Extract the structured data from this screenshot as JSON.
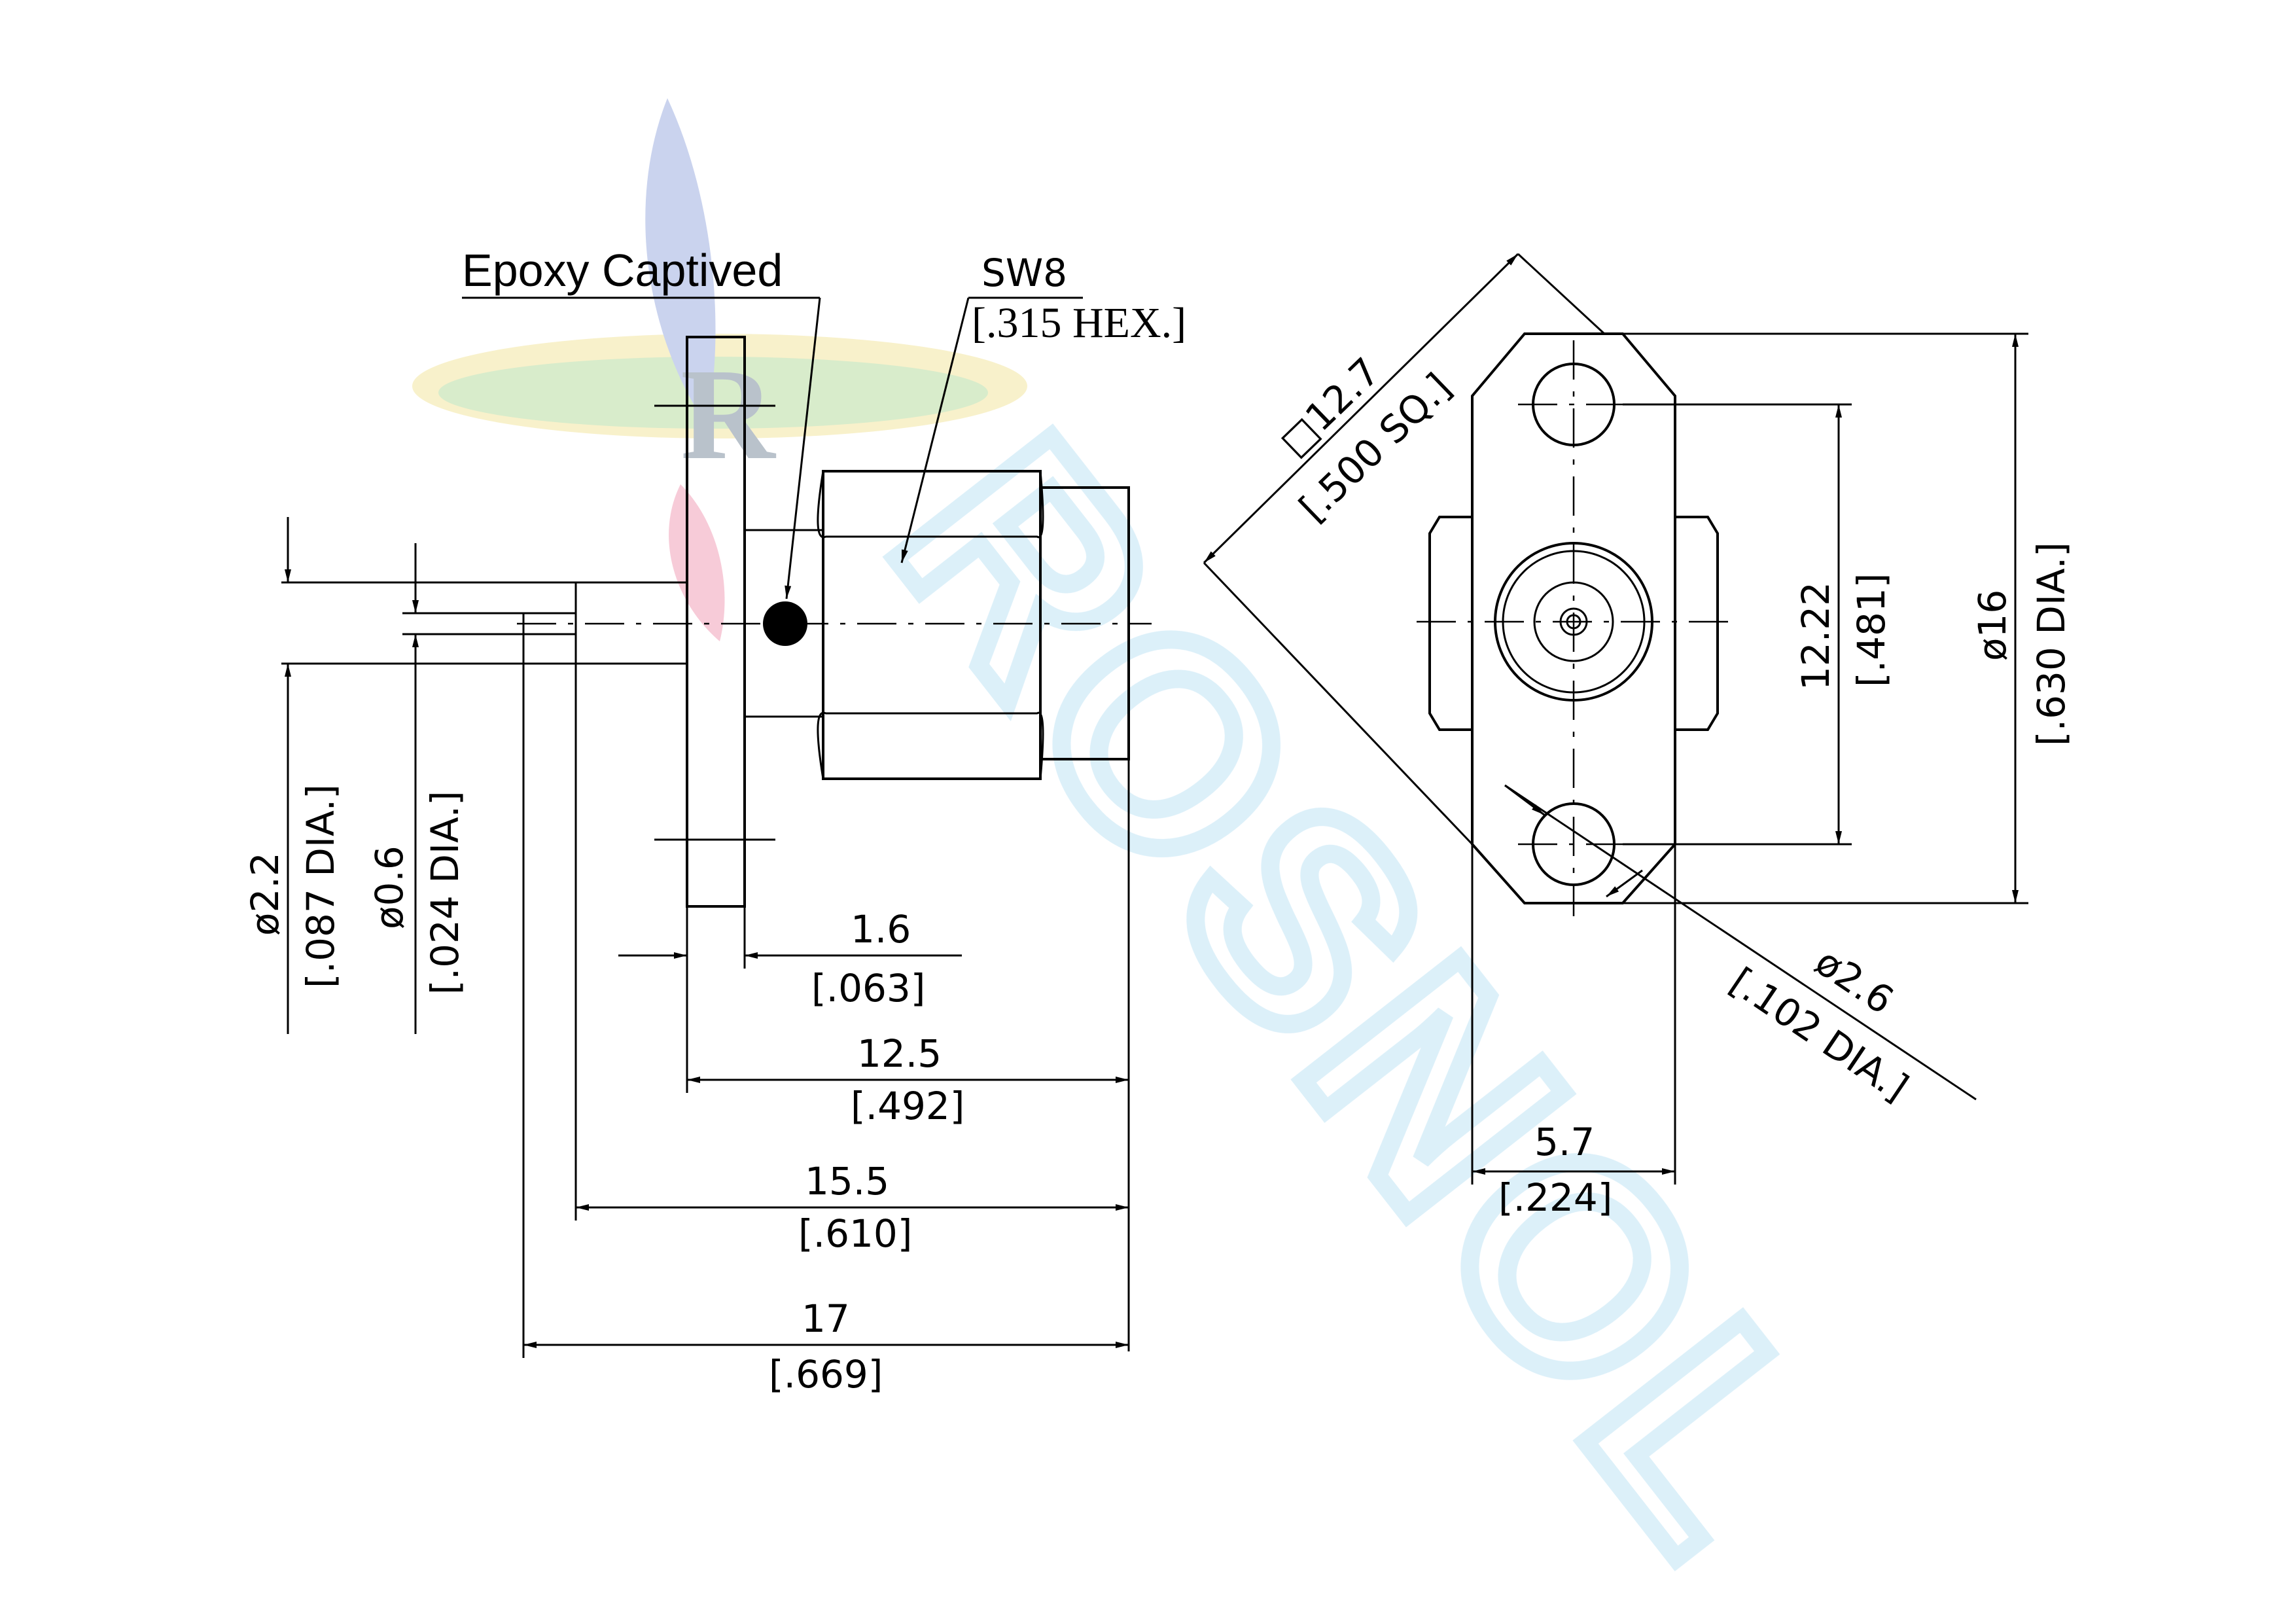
{
  "colors": {
    "line": "#000000",
    "watermark_blue": "#bfe3f5",
    "watermark_logo": [
      "#9fb0e0",
      "#f0a0b8",
      "#b8dca0",
      "#f3e6a0"
    ]
  },
  "watermark": {
    "text": "ROSNOL",
    "logo_letter": "R"
  },
  "side_view": {
    "note_label": "Epoxy Captived",
    "hex_size": "SW8",
    "hex_size_inch": "[.315 HEX.]",
    "pin_dia": "ø2.2",
    "pin_dia_inch": "[.087 DIA.]",
    "tip_dia": "ø0.6",
    "tip_dia_inch": "[.024 DIA.]",
    "flange_thickness": "1.6",
    "flange_thickness_inch": "[.063]",
    "len_body": "12.5",
    "len_body_inch": "[.492]",
    "len_mid": "15.5",
    "len_mid_inch": "[.610]",
    "len_total": "17",
    "len_total_inch": "[.669]"
  },
  "front_view": {
    "flange_square": "□12.7",
    "flange_square_inch": "[.500 SQ.]",
    "hole_spacing": "12.22",
    "hole_spacing_inch": "[.481]",
    "flange_dia": "ø16",
    "flange_dia_inch": "[.630 DIA.]",
    "hole_dia": "ø2.6",
    "hole_dia_inch": "[.102 DIA.]",
    "flange_width": "5.7",
    "flange_width_inch": "[.224]"
  }
}
